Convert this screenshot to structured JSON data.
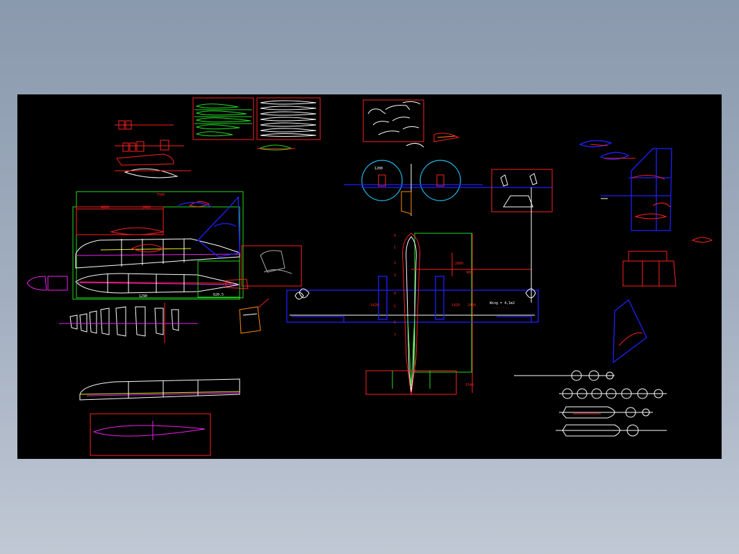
{
  "drawing": {
    "background": "#000000",
    "viewport_fill": "#8f9db0",
    "colors": {
      "red": "#ff2020",
      "green": "#22dd22",
      "blue": "#2020ff",
      "white": "#ffffff",
      "cyan": "#22bbee",
      "magenta": "#ee22ee",
      "yellow": "#eeee22",
      "orange": "#ff8c00",
      "gray": "#aaaaaa"
    },
    "labels": {
      "overall_length": "7580",
      "span_note": "4800",
      "wing_station": "3400",
      "fin_note": "620.5",
      "side_dim": "1290",
      "center_note": "2860",
      "tail_dim": "980",
      "plan_dim_a": "1420",
      "plan_dim_b": "1420",
      "nacelle_note": "2480",
      "wing_text": "Wing = 4,1m2",
      "wing_text_sub": "........",
      "stations": [
        "0",
        "1",
        "2",
        "3",
        "4",
        "5",
        "6",
        "7"
      ],
      "chord_note": "1540",
      "prop_note": "1200"
    }
  }
}
